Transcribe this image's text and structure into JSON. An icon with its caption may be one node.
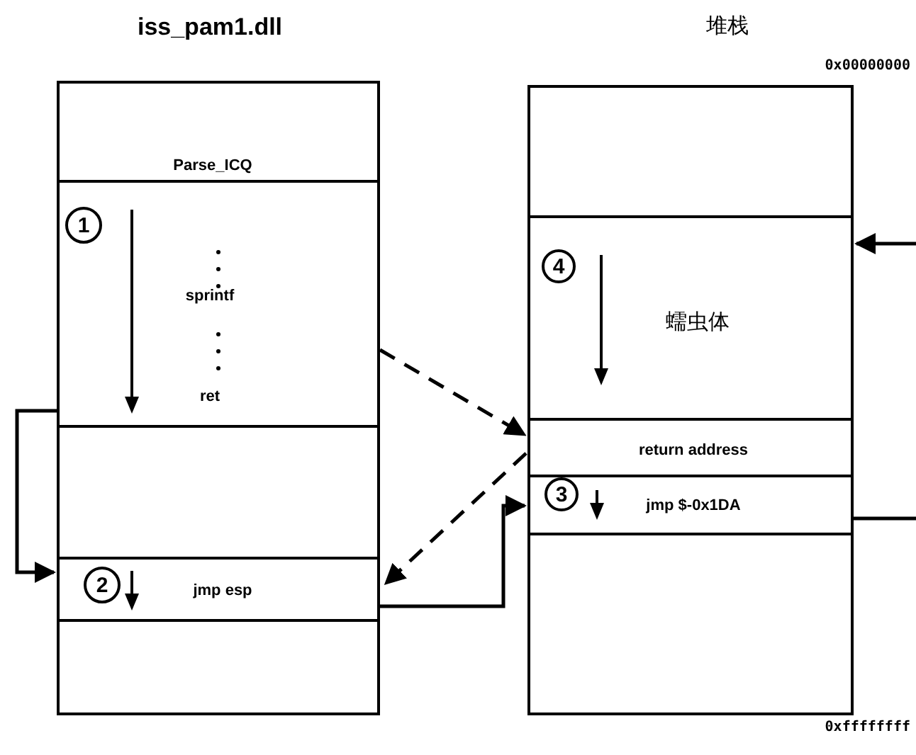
{
  "diagram": {
    "nodes": [
      {
        "text": [
          "iss_pam1.dll"
        ]
      },
      {
        "text": [
          "Parse_ICQ"
        ],
        "in": 0
      },
      {
        "text": [
          "sprintf",
          "ret"
        ],
        "in": 0
      },
      {
        "text": [
          "1"
        ],
        "in": 2
      },
      {
        "text": [],
        "shape": "box",
        "in": 0
      },
      {
        "text": [
          "jmp esp"
        ],
        "in": 0
      },
      {
        "text": [
          "2"
        ],
        "in": 5
      },
      {
        "text": [],
        "shape": "box",
        "in": 0
      },
      {
        "text": [
          "堆栈"
        ],
        "beside": [
          "0x00000000",
          "0xffffffff"
        ]
      },
      {
        "text": [],
        "shape": "box",
        "in": 8
      },
      {
        "text": [
          "蠕虫体"
        ],
        "in": 8
      },
      {
        "text": [
          "4"
        ],
        "in": 10
      },
      {
        "text": [
          "return address"
        ],
        "in": 8
      },
      {
        "text": [
          "jmp $-0x1DA"
        ],
        "in": 8
      },
      {
        "text": [
          "3"
        ],
        "in": 13
      },
      {
        "text": [],
        "shape": "box",
        "in": 8
      }
    ],
    "edges": [
      {
        "from": 2,
        "to": 5,
        "arrow": "to"
      },
      {
        "from": 2,
        "to": 12,
        "arrow": "to",
        "style": "dashed"
      },
      {
        "from": 12,
        "to": 5,
        "arrow": "to",
        "style": "dashed"
      },
      {
        "from": 5,
        "to": 13,
        "arrow": "to"
      },
      {
        "from": 13,
        "to": null,
        "arrow": "none"
      },
      {
        "from": null,
        "to": 10,
        "arrow": "to"
      }
    ]
  }
}
